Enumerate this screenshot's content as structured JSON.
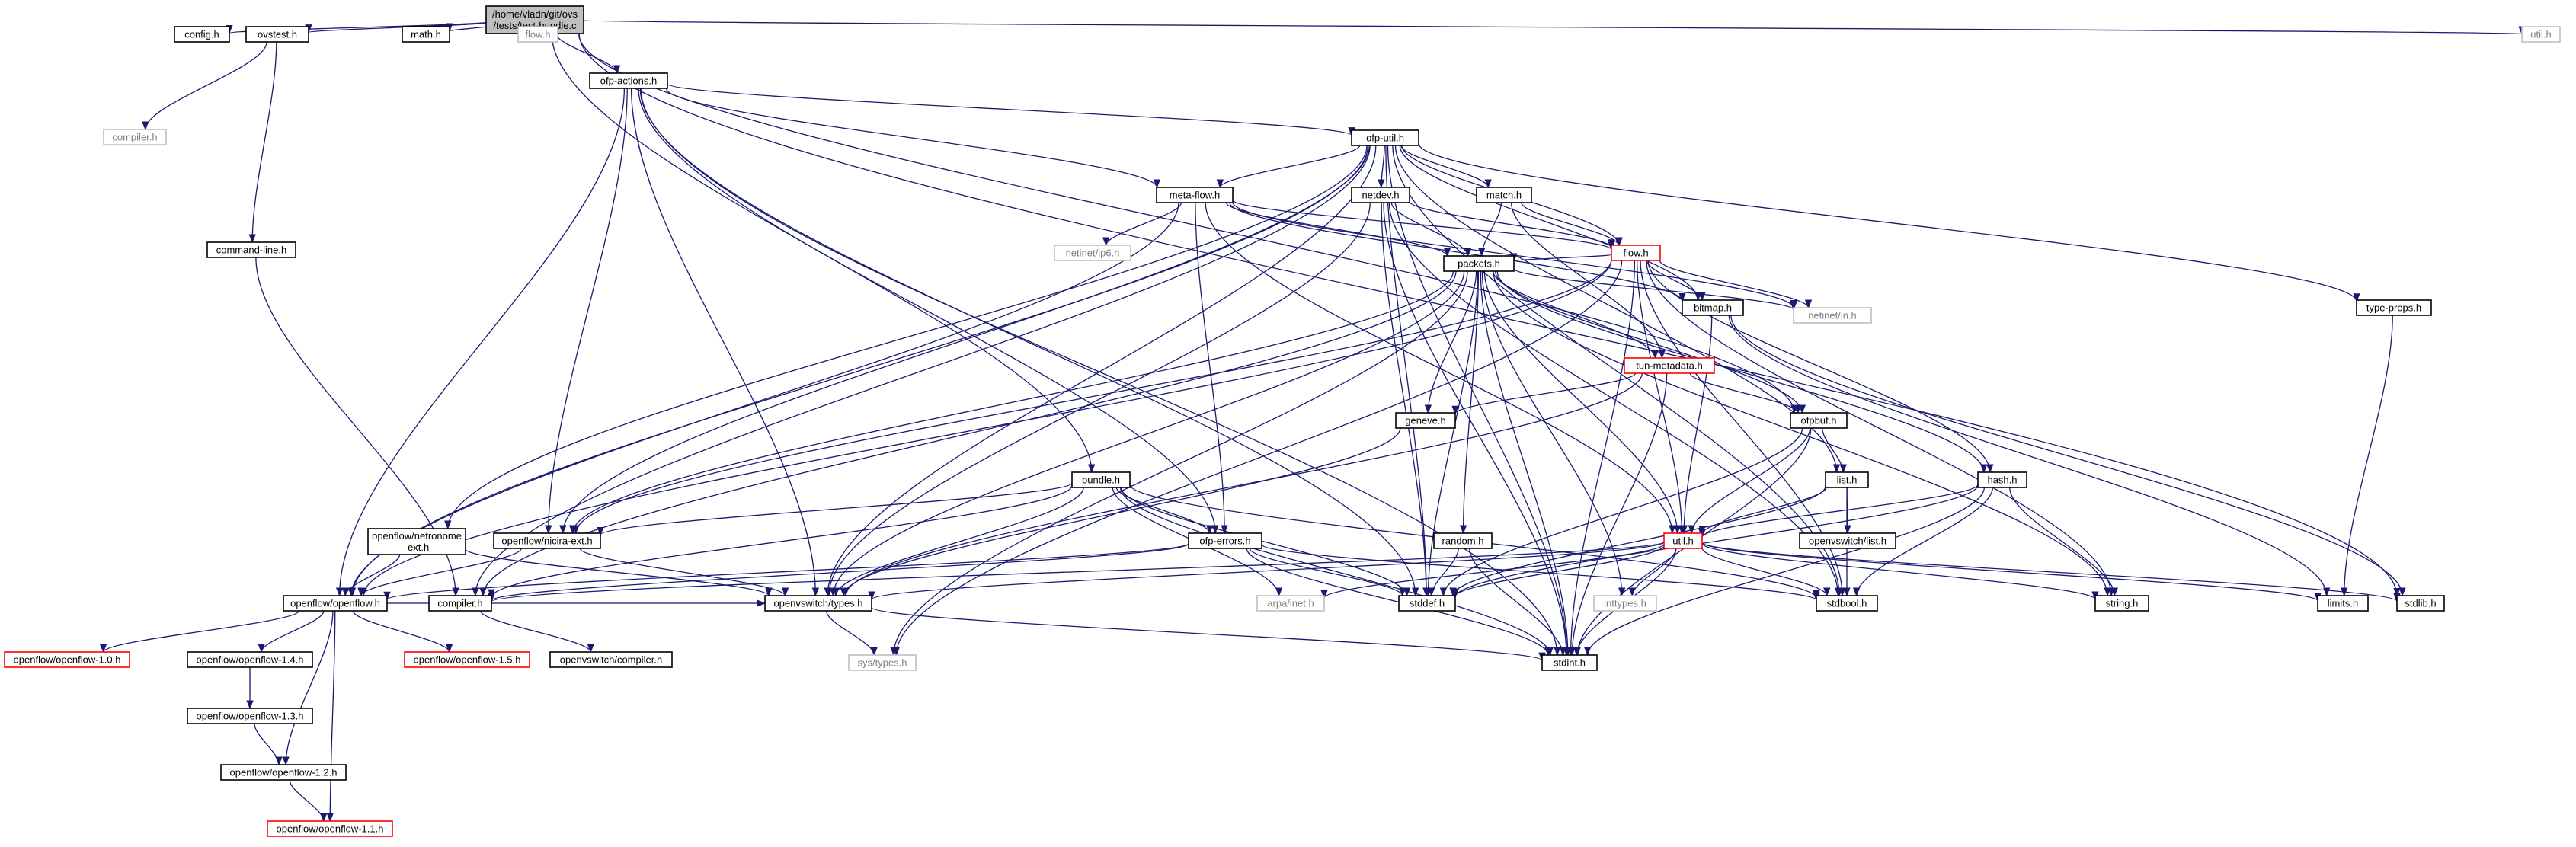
{
  "colors": {
    "edge": "#191970",
    "root_fill": "#bfbfbf",
    "normal_border": "#000000",
    "missing_border": "#bfbfbf",
    "truncated_border": "#ff0000",
    "truncated_text": "#ff0000",
    "missing_text": "#808080",
    "text": "#000000"
  },
  "nodes": [
    {
      "id": "root",
      "lines": [
        "/home/vladn/git/ovs",
        "/tests/test-bundle.c"
      ],
      "style": "root"
    },
    {
      "id": "config_h",
      "lines": [
        "config.h"
      ],
      "style": "normal"
    },
    {
      "id": "ovstest_h",
      "lines": [
        "ovstest.h"
      ],
      "style": "normal"
    },
    {
      "id": "math_h",
      "lines": [
        "math.h"
      ],
      "style": "normal"
    },
    {
      "id": "flow_h_sys",
      "lines": [
        "flow.h"
      ],
      "style": "missing"
    },
    {
      "id": "ofp_actions_h",
      "lines": [
        "ofp-actions.h"
      ],
      "style": "normal"
    },
    {
      "id": "util_h_sys",
      "lines": [
        "util.h"
      ],
      "style": "missing"
    },
    {
      "id": "compiler_h_sys",
      "lines": [
        "compiler.h"
      ],
      "style": "missing"
    },
    {
      "id": "command_line_h",
      "lines": [
        "command-line.h"
      ],
      "style": "normal"
    },
    {
      "id": "ofp_util_h",
      "lines": [
        "ofp-util.h"
      ],
      "style": "normal"
    },
    {
      "id": "meta_flow_h",
      "lines": [
        "meta-flow.h"
      ],
      "style": "normal"
    },
    {
      "id": "netdev_h",
      "lines": [
        "netdev.h"
      ],
      "style": "normal"
    },
    {
      "id": "match_h",
      "lines": [
        "match.h"
      ],
      "style": "normal"
    },
    {
      "id": "netinet_ip6_h",
      "lines": [
        "netinet/ip6.h"
      ],
      "style": "missing"
    },
    {
      "id": "flow_h",
      "lines": [
        "flow.h"
      ],
      "style": "truncated"
    },
    {
      "id": "bitmap_h",
      "lines": [
        "bitmap.h"
      ],
      "style": "normal"
    },
    {
      "id": "type_props_h",
      "lines": [
        "type-props.h"
      ],
      "style": "normal"
    },
    {
      "id": "packets_h",
      "lines": [
        "packets.h"
      ],
      "style": "normal"
    },
    {
      "id": "netinet_in_h",
      "lines": [
        "netinet/in.h"
      ],
      "style": "missing"
    },
    {
      "id": "tun_metadata_h",
      "lines": [
        "tun-metadata.h"
      ],
      "style": "truncated"
    },
    {
      "id": "geneve_h",
      "lines": [
        "geneve.h"
      ],
      "style": "normal"
    },
    {
      "id": "ofpbuf_h",
      "lines": [
        "ofpbuf.h"
      ],
      "style": "normal"
    },
    {
      "id": "bundle_h",
      "lines": [
        "bundle.h"
      ],
      "style": "normal"
    },
    {
      "id": "list_h",
      "lines": [
        "list.h"
      ],
      "style": "normal"
    },
    {
      "id": "hash_h",
      "lines": [
        "hash.h"
      ],
      "style": "normal"
    },
    {
      "id": "openflow_netronome_ext_h",
      "lines": [
        "openflow/netronome",
        "-ext.h"
      ],
      "style": "normal"
    },
    {
      "id": "openflow_nicira_ext_h",
      "lines": [
        "openflow/nicira-ext.h"
      ],
      "style": "normal"
    },
    {
      "id": "ofp_errors_h",
      "lines": [
        "ofp-errors.h"
      ],
      "style": "normal"
    },
    {
      "id": "random_h",
      "lines": [
        "random.h"
      ],
      "style": "normal"
    },
    {
      "id": "util_h",
      "lines": [
        "util.h"
      ],
      "style": "truncated"
    },
    {
      "id": "openvswitch_list_h",
      "lines": [
        "openvswitch/list.h"
      ],
      "style": "normal"
    },
    {
      "id": "openflow_openflow_h",
      "lines": [
        "openflow/openflow.h"
      ],
      "style": "normal"
    },
    {
      "id": "compiler_h",
      "lines": [
        "compiler.h"
      ],
      "style": "normal"
    },
    {
      "id": "openvswitch_types_h",
      "lines": [
        "openvswitch/types.h"
      ],
      "style": "normal"
    },
    {
      "id": "arpa_inet_h",
      "lines": [
        "arpa/inet.h"
      ],
      "style": "missing"
    },
    {
      "id": "stddef_h",
      "lines": [
        "stddef.h"
      ],
      "style": "normal"
    },
    {
      "id": "inttypes_h",
      "lines": [
        "inttypes.h"
      ],
      "style": "missing"
    },
    {
      "id": "stdbool_h",
      "lines": [
        "stdbool.h"
      ],
      "style": "normal"
    },
    {
      "id": "string_h",
      "lines": [
        "string.h"
      ],
      "style": "normal"
    },
    {
      "id": "limits_h",
      "lines": [
        "limits.h"
      ],
      "style": "normal"
    },
    {
      "id": "stdlib_h",
      "lines": [
        "stdlib.h"
      ],
      "style": "normal"
    },
    {
      "id": "openflow_1_0_h",
      "lines": [
        "openflow/openflow-1.0.h"
      ],
      "style": "truncated"
    },
    {
      "id": "openflow_1_4_h",
      "lines": [
        "openflow/openflow-1.4.h"
      ],
      "style": "normal"
    },
    {
      "id": "openflow_1_5_h",
      "lines": [
        "openflow/openflow-1.5.h"
      ],
      "style": "truncated"
    },
    {
      "id": "openvswitch_compiler_h",
      "lines": [
        "openvswitch/compiler.h"
      ],
      "style": "normal"
    },
    {
      "id": "sys_types_h",
      "lines": [
        "sys/types.h"
      ],
      "style": "missing"
    },
    {
      "id": "stdint_h",
      "lines": [
        "stdint.h"
      ],
      "style": "normal"
    },
    {
      "id": "openflow_1_3_h",
      "lines": [
        "openflow/openflow-1.3.h"
      ],
      "style": "normal"
    },
    {
      "id": "openflow_1_2_h",
      "lines": [
        "openflow/openflow-1.2.h"
      ],
      "style": "normal"
    },
    {
      "id": "openflow_1_1_h",
      "lines": [
        "openflow/openflow-1.1.h"
      ],
      "style": "truncated"
    }
  ],
  "edges": [
    [
      "root",
      "config_h"
    ],
    [
      "root",
      "ovstest_h"
    ],
    [
      "root",
      "math_h"
    ],
    [
      "root",
      "flow_h_sys"
    ],
    [
      "root",
      "ofp_actions_h"
    ],
    [
      "root",
      "util_h_sys"
    ],
    [
      "root",
      "stdlib_h"
    ],
    [
      "root",
      "ofpbuf_h"
    ],
    [
      "root",
      "bundle_h"
    ],
    [
      "ovstest_h",
      "compiler_h_sys"
    ],
    [
      "ovstest_h",
      "command_line_h"
    ],
    [
      "command_line_h",
      "compiler_h"
    ],
    [
      "ofp_actions_h",
      "ofp_util_h"
    ],
    [
      "ofp_actions_h",
      "meta_flow_h"
    ],
    [
      "ofp_actions_h",
      "openflow_openflow_h"
    ],
    [
      "ofp_actions_h",
      "openflow_nicira_ext_h"
    ],
    [
      "ofp_actions_h",
      "openvswitch_types_h"
    ],
    [
      "ofp_actions_h",
      "ofp_errors_h"
    ],
    [
      "ofp_actions_h",
      "stddef_h"
    ],
    [
      "ofp_actions_h",
      "stdint_h"
    ],
    [
      "ofp_util_h",
      "meta_flow_h"
    ],
    [
      "ofp_util_h",
      "netdev_h"
    ],
    [
      "ofp_util_h",
      "match_h"
    ],
    [
      "ofp_util_h",
      "flow_h"
    ],
    [
      "ofp_util_h",
      "bitmap_h"
    ],
    [
      "ofp_util_h",
      "type_props_h"
    ],
    [
      "ofp_util_h",
      "list_h"
    ],
    [
      "ofp_util_h",
      "openflow_netronome_ext_h"
    ],
    [
      "ofp_util_h",
      "openflow_nicira_ext_h"
    ],
    [
      "ofp_util_h",
      "compiler_h"
    ],
    [
      "ofp_util_h",
      "openvswitch_types_h"
    ],
    [
      "ofp_util_h",
      "stddef_h"
    ],
    [
      "ofp_util_h",
      "stdbool_h"
    ],
    [
      "ofp_util_h",
      "stdint_h"
    ],
    [
      "ofp_util_h",
      "openflow_openflow_h"
    ],
    [
      "meta_flow_h",
      "flow_h"
    ],
    [
      "meta_flow_h",
      "packets_h"
    ],
    [
      "meta_flow_h",
      "netinet_ip6_h"
    ],
    [
      "meta_flow_h",
      "netinet_in_h"
    ],
    [
      "meta_flow_h",
      "ofp_errors_h"
    ],
    [
      "meta_flow_h",
      "util_h"
    ],
    [
      "meta_flow_h",
      "bitmap_h"
    ],
    [
      "meta_flow_h",
      "openflow_openflow_h"
    ],
    [
      "netdev_h",
      "flow_h"
    ],
    [
      "netdev_h",
      "packets_h"
    ],
    [
      "netdev_h",
      "openvswitch_types_h"
    ],
    [
      "netdev_h",
      "stdbool_h"
    ],
    [
      "netdev_h",
      "stddef_h"
    ],
    [
      "netdev_h",
      "stdint_h"
    ],
    [
      "match_h",
      "flow_h"
    ],
    [
      "match_h",
      "packets_h"
    ],
    [
      "match_h",
      "tun_metadata_h"
    ],
    [
      "flow_h",
      "packets_h"
    ],
    [
      "flow_h",
      "bitmap_h"
    ],
    [
      "flow_h",
      "netinet_in_h"
    ],
    [
      "flow_h",
      "hash_h"
    ],
    [
      "flow_h",
      "util_h"
    ],
    [
      "flow_h",
      "string_h"
    ],
    [
      "flow_h",
      "stdbool_h"
    ],
    [
      "flow_h",
      "stdint_h"
    ],
    [
      "flow_h",
      "sys_types_h"
    ],
    [
      "flow_h",
      "openflow_nicira_ext_h"
    ],
    [
      "flow_h",
      "openflow_openflow_h"
    ],
    [
      "bitmap_h",
      "util_h"
    ],
    [
      "bitmap_h",
      "limits_h"
    ],
    [
      "bitmap_h",
      "stdlib_h"
    ],
    [
      "type_props_h",
      "limits_h"
    ],
    [
      "packets_h",
      "tun_metadata_h"
    ],
    [
      "packets_h",
      "geneve_h"
    ],
    [
      "packets_h",
      "ofpbuf_h"
    ],
    [
      "packets_h",
      "random_h"
    ],
    [
      "packets_h",
      "hash_h"
    ],
    [
      "packets_h",
      "util_h"
    ],
    [
      "packets_h",
      "netinet_in_h"
    ],
    [
      "packets_h",
      "openvswitch_types_h"
    ],
    [
      "packets_h",
      "compiler_h"
    ],
    [
      "packets_h",
      "inttypes_h"
    ],
    [
      "packets_h",
      "stdint_h"
    ],
    [
      "packets_h",
      "string_h"
    ],
    [
      "packets_h",
      "sys_types_h"
    ],
    [
      "packets_h",
      "openflow_nicira_ext_h"
    ],
    [
      "packets_h",
      "stddef_h"
    ],
    [
      "tun_metadata_h",
      "geneve_h"
    ],
    [
      "tun_metadata_h",
      "ofpbuf_h"
    ],
    [
      "tun_metadata_h",
      "stdint_h"
    ],
    [
      "tun_metadata_h",
      "openvswitch_types_h"
    ],
    [
      "geneve_h",
      "openvswitch_types_h"
    ],
    [
      "ofpbuf_h",
      "list_h"
    ],
    [
      "ofpbuf_h",
      "util_h"
    ],
    [
      "ofpbuf_h",
      "stddef_h"
    ],
    [
      "ofpbuf_h",
      "stdint_h"
    ],
    [
      "bundle_h",
      "ofp_errors_h"
    ],
    [
      "bundle_h",
      "openflow_nicira_ext_h"
    ],
    [
      "bundle_h",
      "openvswitch_types_h"
    ],
    [
      "bundle_h",
      "compiler_h"
    ],
    [
      "bundle_h",
      "arpa_inet_h"
    ],
    [
      "bundle_h",
      "stddef_h"
    ],
    [
      "bundle_h",
      "stdbool_h"
    ],
    [
      "bundle_h",
      "stdint_h"
    ],
    [
      "list_h",
      "openvswitch_list_h"
    ],
    [
      "list_h",
      "util_h"
    ],
    [
      "list_h",
      "stddef_h"
    ],
    [
      "list_h",
      "stdbool_h"
    ],
    [
      "hash_h",
      "util_h"
    ],
    [
      "hash_h",
      "stdbool_h"
    ],
    [
      "hash_h",
      "stddef_h"
    ],
    [
      "hash_h",
      "stdint_h"
    ],
    [
      "hash_h",
      "string_h"
    ],
    [
      "openflow_netronome_ext_h",
      "openflow_openflow_h"
    ],
    [
      "openflow_netronome_ext_h",
      "openvswitch_types_h"
    ],
    [
      "openflow_nicira_ext_h",
      "openflow_openflow_h"
    ],
    [
      "openflow_nicira_ext_h",
      "openvswitch_types_h"
    ],
    [
      "ofp_errors_h",
      "openflow_openflow_h"
    ],
    [
      "ofp_errors_h",
      "compiler_h"
    ],
    [
      "ofp_errors_h",
      "stdint_h"
    ],
    [
      "ofp_errors_h",
      "stddef_h"
    ],
    [
      "ofp_errors_h",
      "stdbool_h"
    ],
    [
      "random_h",
      "stddef_h"
    ],
    [
      "random_h",
      "stdint_h"
    ],
    [
      "util_h",
      "compiler_h"
    ],
    [
      "util_h",
      "openvswitch_types_h"
    ],
    [
      "util_h",
      "arpa_inet_h"
    ],
    [
      "util_h",
      "stddef_h"
    ],
    [
      "util_h",
      "inttypes_h"
    ],
    [
      "util_h",
      "stdbool_h"
    ],
    [
      "util_h",
      "string_h"
    ],
    [
      "util_h",
      "limits_h"
    ],
    [
      "util_h",
      "stdlib_h"
    ],
    [
      "util_h",
      "stdint_h"
    ],
    [
      "openflow_openflow_h",
      "openflow_1_0_h"
    ],
    [
      "openflow_openflow_h",
      "openflow_1_4_h"
    ],
    [
      "openflow_openflow_h",
      "openflow_1_5_h"
    ],
    [
      "openflow_openflow_h",
      "openflow_1_2_h"
    ],
    [
      "openflow_openflow_h",
      "openflow_1_1_h"
    ],
    [
      "openflow_openflow_h",
      "openvswitch_types_h"
    ],
    [
      "openflow_1_4_h",
      "openflow_1_3_h"
    ],
    [
      "openflow_1_3_h",
      "openflow_1_2_h"
    ],
    [
      "openflow_1_2_h",
      "openflow_1_1_h"
    ],
    [
      "compiler_h",
      "openvswitch_compiler_h"
    ],
    [
      "openvswitch_types_h",
      "sys_types_h"
    ],
    [
      "openvswitch_types_h",
      "stdint_h"
    ]
  ]
}
